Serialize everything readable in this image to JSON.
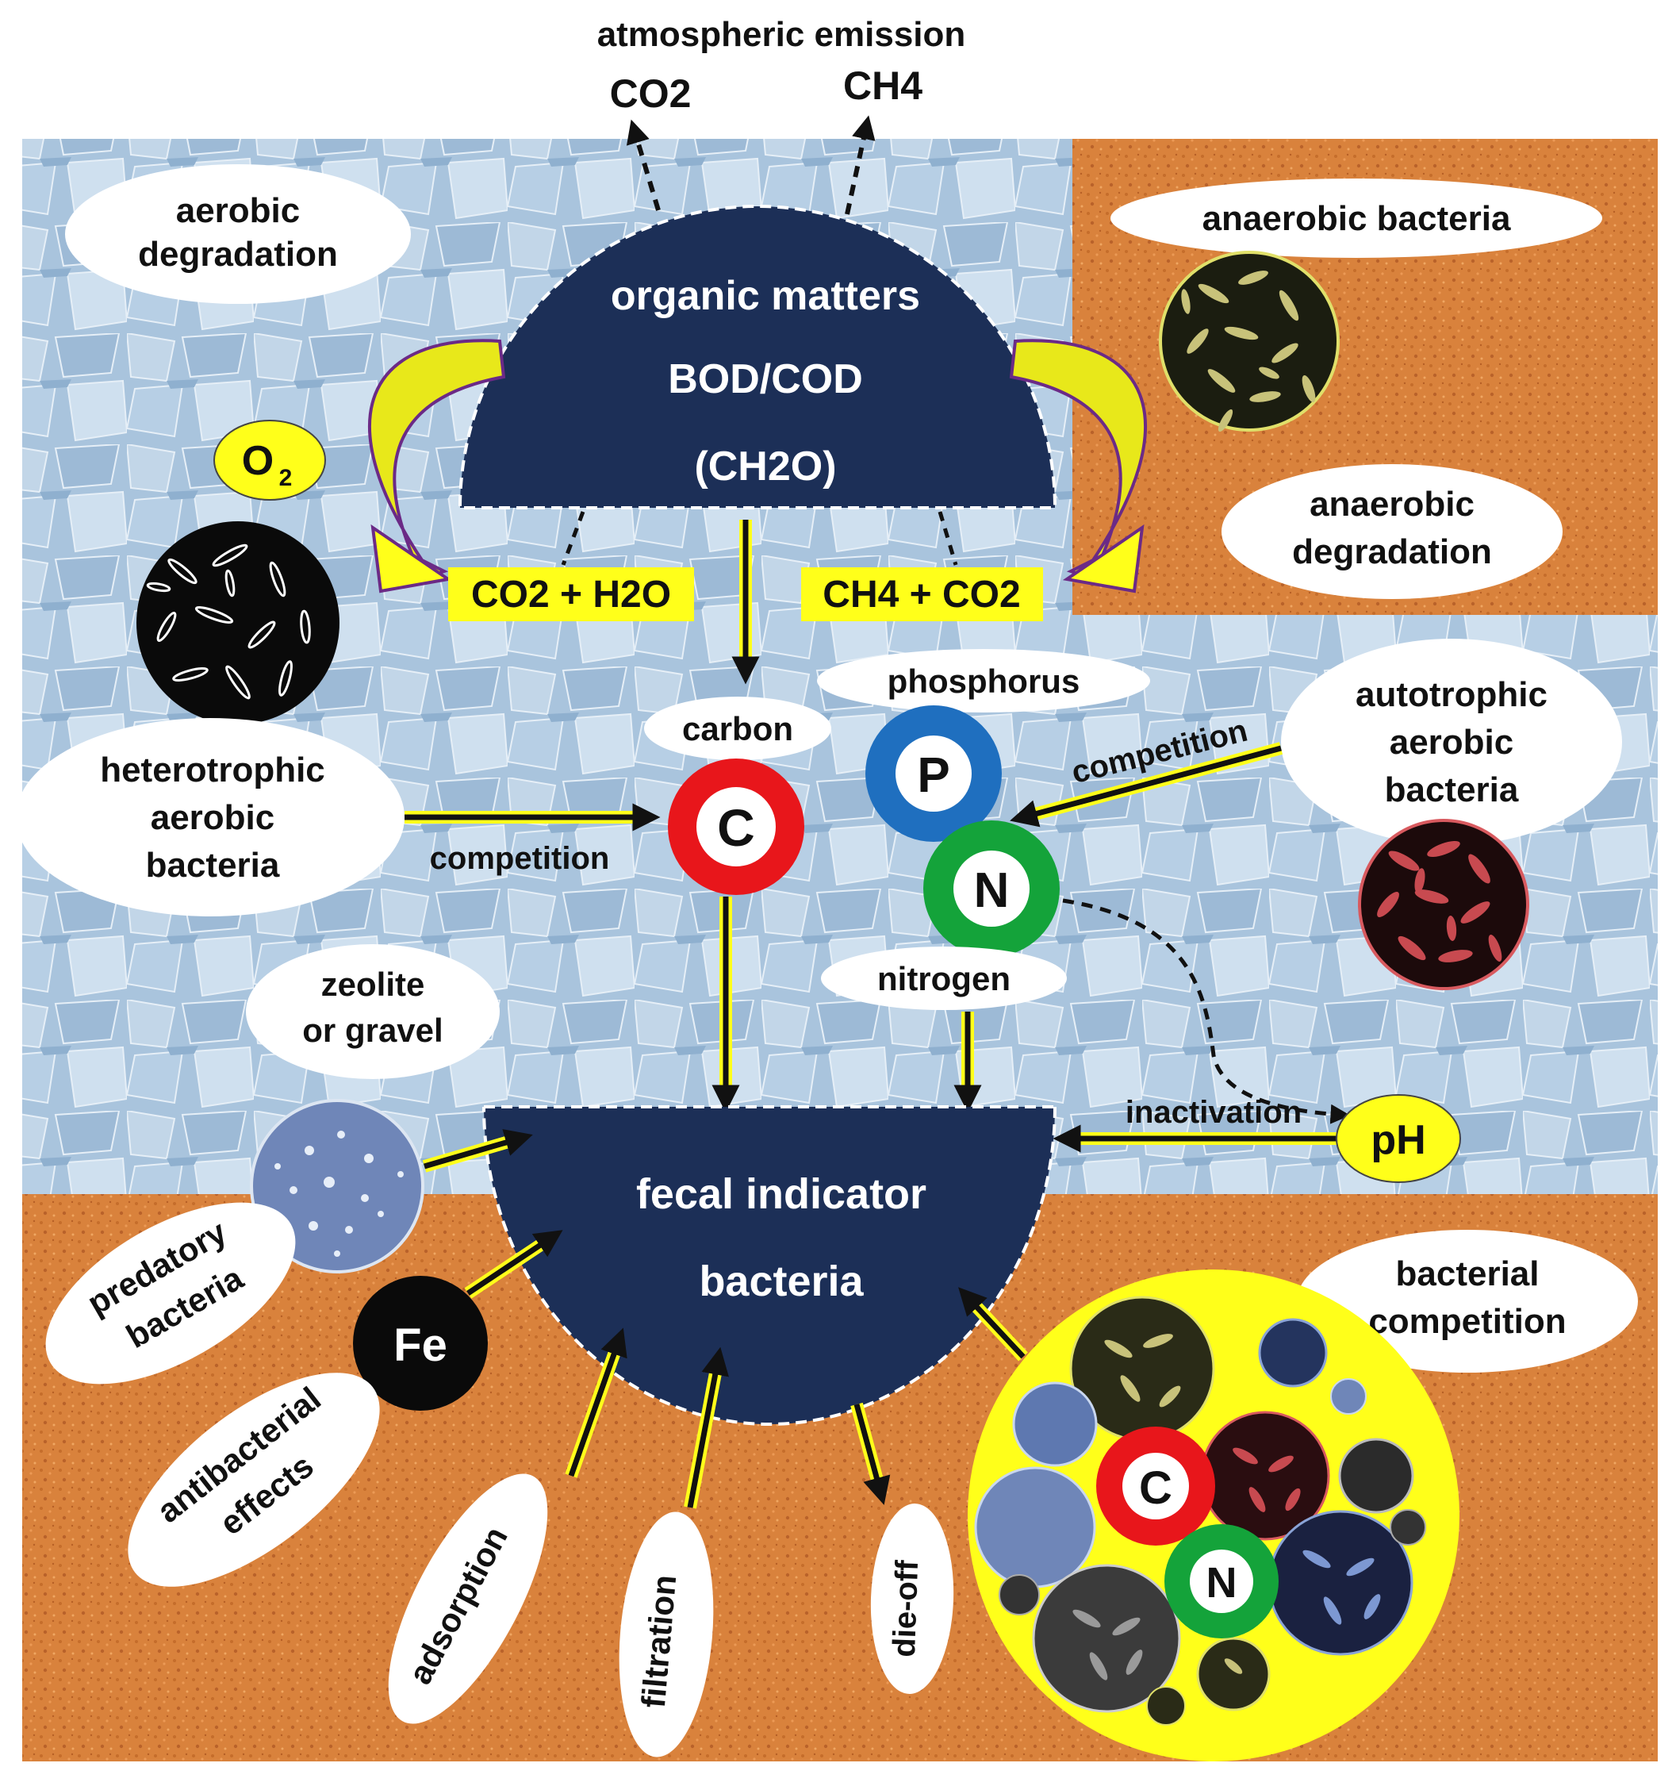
{
  "header": {
    "emission": "atmospheric emission",
    "co2": "CO2",
    "ch4": "CH4"
  },
  "organic": {
    "line1": "organic matters",
    "line2": "BOD/COD",
    "line3": "(CH2O)"
  },
  "aerobic_degradation": [
    "aerobic",
    "degradation"
  ],
  "anaerobic_bacteria": "anaerobic bacteria",
  "anaerobic_degradation": [
    "anaerobic",
    "degradation"
  ],
  "o2": {
    "base": "O",
    "sub": "2"
  },
  "products": {
    "aerobic": "CO2 + H2O",
    "anaerobic": "CH4 + CO2"
  },
  "heterotrophic": [
    "heterotrophic",
    "aerobic",
    "bacteria"
  ],
  "autotrophic": [
    "autotrophic",
    "aerobic",
    "bacteria"
  ],
  "nutrients": {
    "carbon": "carbon",
    "carbon_symbol": "C",
    "phosphorus": "phosphorus",
    "phosphorus_symbol": "P",
    "nitrogen": "nitrogen",
    "nitrogen_symbol": "N"
  },
  "competition_left": "competition",
  "competition_right": "competition",
  "zeolite": [
    "zeolite",
    "or gravel"
  ],
  "fecal": [
    "fecal indicator",
    "bacteria"
  ],
  "inactivation": "inactivation",
  "ph": "pH",
  "predatory": [
    "predatory",
    "bacteria"
  ],
  "fe": "Fe",
  "antibacterial": [
    "antibacterial",
    "effects"
  ],
  "adsorption": "adsorption",
  "filtration": "filtration",
  "dieoff": "die-off",
  "bacterial_competition": [
    "bacterial",
    "competition"
  ],
  "competition_cluster": {
    "carbon_symbol": "C",
    "nitrogen_symbol": "N"
  },
  "colors": {
    "gravel_blue": "#a9c4dd",
    "soil_orange": "#d9823c",
    "navy": "#1c2f57",
    "yellow": "#ffff1a",
    "carbon_red": "#e8161b",
    "phosphorus_blue": "#1f6fbf",
    "nitrogen_green": "#14a33a"
  }
}
